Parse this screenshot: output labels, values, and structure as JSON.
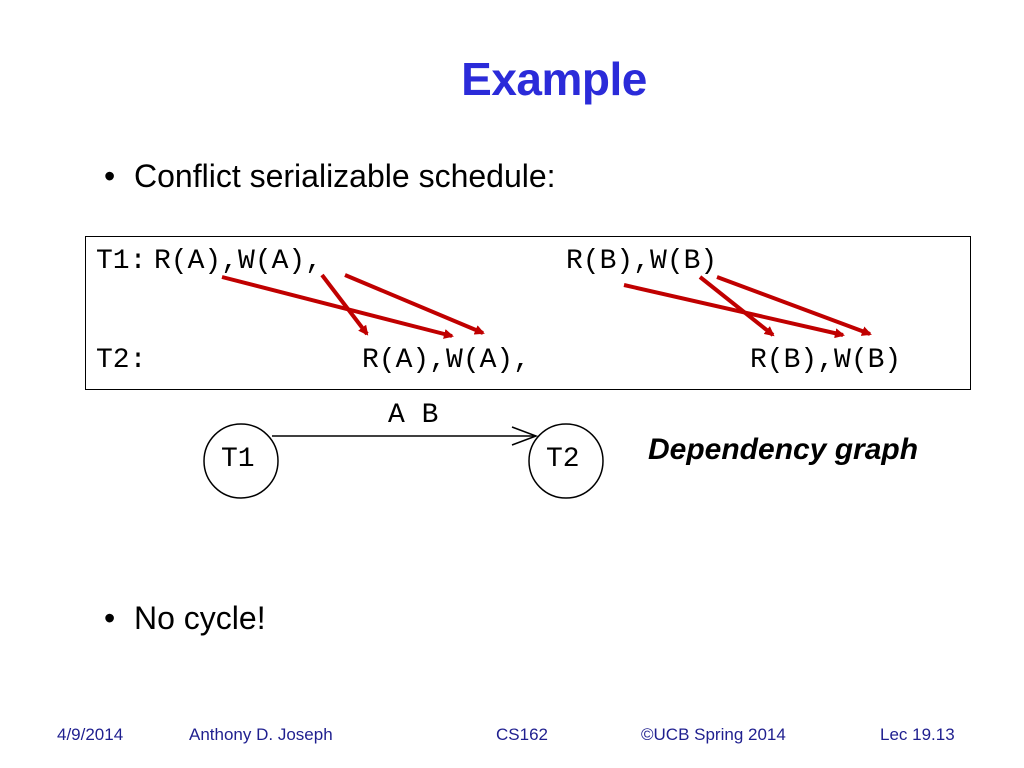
{
  "slide": {
    "title": "Example",
    "bullets": [
      "Conflict serializable schedule:",
      "No cycle!"
    ],
    "bullet_glyph": "•"
  },
  "schedule": {
    "t1_prefix": "T1:",
    "t1_ops_a": "R(A),W(A),",
    "t1_ops_b": "R(B),W(B)",
    "t2_prefix": "T2:",
    "t2_ops_a": "R(A),W(A),",
    "t2_ops_b": "R(B),W(B)",
    "arrow_color": "#c00000"
  },
  "graph": {
    "node1": "T1",
    "node2": "T2",
    "edge_label": "A B",
    "caption": "Dependency graph"
  },
  "footer": {
    "date": "4/9/2014",
    "author": "Anthony D. Joseph",
    "course": "CS162",
    "copyright": "©UCB Spring 2014",
    "lecture": "Lec 19.13",
    "color": "#1f1f8f"
  },
  "colors": {
    "title": "#2b2bd9"
  }
}
